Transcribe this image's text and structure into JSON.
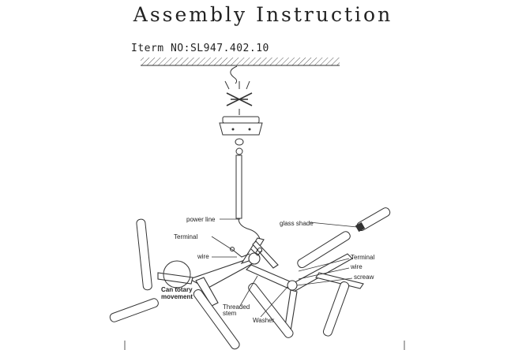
{
  "title": "Assembly Instruction",
  "item_no": "Iterm NO:SL947.402.10",
  "labels": {
    "power_line": "power line",
    "glass_shade": "glass shade",
    "terminal_left": "Terminal",
    "wire_left": "wire",
    "terminal_right": "Terminal",
    "wire_right": "wire",
    "screw": "screaw",
    "can_rotary_1": "Can totary",
    "can_rotary_2": "movement",
    "threaded_1": "Threaded",
    "threaded_2": "stem",
    "washer": "Washer"
  }
}
